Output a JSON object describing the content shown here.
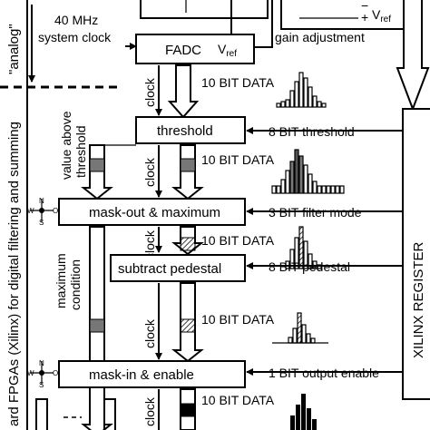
{
  "left_margin": {
    "analog_label": "\"analog\"",
    "digital_label": "ard FPGAs (Xilinx) for digital filtering and summing"
  },
  "top": {
    "clock_source": [
      "40 MHz",
      "system clock"
    ],
    "adc_label": "FADC",
    "vref_adc": "V",
    "vref_adc_sub": "ref",
    "vref_top": "V",
    "vref_top_sub": "ref",
    "vref_plus": "+",
    "vref_minus": "−",
    "gain_adjustment": "gain adjustment"
  },
  "bus_labels": {
    "data_1": "10 BIT DATA",
    "data_2": "10 BIT DATA",
    "data_3": "10 BIT DATA",
    "data_4": "10 BIT DATA",
    "data_5": "10 BIT DATA",
    "clock": "clock"
  },
  "blocks": {
    "threshold": "threshold",
    "mask_out": "mask-out & maximum",
    "subtract": "subtract pedestal",
    "mask_in": "mask-in &  enable"
  },
  "side_labels": {
    "value_above": [
      "value above",
      "threshold"
    ],
    "maximum_condition": [
      "maximum",
      "condition"
    ]
  },
  "register_inputs": {
    "threshold": "8 BIT threshold",
    "filter_mode": "3 BIT filter mode",
    "pedestal": "8 BIT pedestal",
    "output_enable": "1 BIT output enable"
  },
  "register_label": "XILINX REGISTER",
  "compass": {
    "north": "N",
    "south": "S",
    "west": "W",
    "east": "O"
  }
}
